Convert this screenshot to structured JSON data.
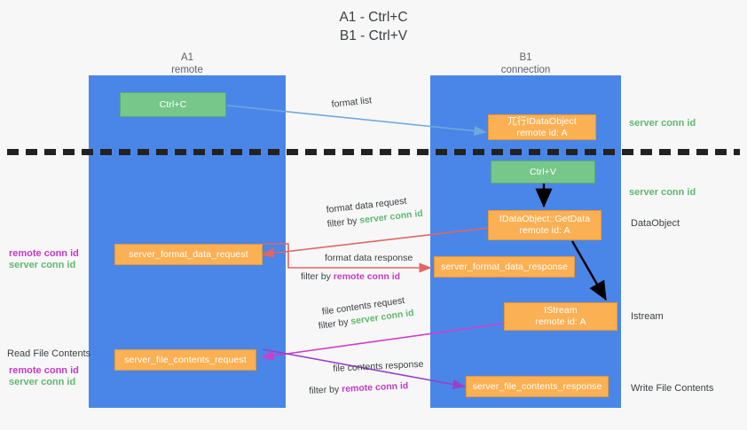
{
  "title": "A1 - Ctrl+C\nB1 - Ctrl+V",
  "lanes": [
    {
      "name": "A1",
      "sub": "remote",
      "header": "A1\nremote"
    },
    {
      "name": "B1",
      "sub": "connection",
      "header": "B1\nconnection"
    }
  ],
  "nodes": {
    "ctrl_c": "Ctrl+C",
    "ctrl_v": "Ctrl+V",
    "idataobject": "兀行IDataObject\nremote id: A",
    "idataobject_getdata": "IDataObject::GetData\nremote id: A",
    "istream": "IStream\nremote id: A",
    "server_format_data_request": "server_format_data_request",
    "server_format_data_response": "server_format_data_response",
    "server_file_contents_request": "server_file_contents_request",
    "server_file_contents_response": "server_file_contents_response"
  },
  "edges": {
    "format_list": "format list",
    "format_data_request": "format data request",
    "format_data_request_filter_prefix": "filter by ",
    "format_data_request_filter_value": "server conn id",
    "format_data_response": "format data response",
    "format_data_response_filter_prefix": "filter by ",
    "format_data_response_filter_value": "remote conn id",
    "file_contents_request": "file contents request",
    "file_contents_request_filter_prefix": "filter by ",
    "file_contents_request_filter_value": "server conn id",
    "file_contents_response": "file contents response",
    "file_contents_response_filter_prefix": "filter by ",
    "file_contents_response_filter_value": "remote conn id"
  },
  "left_labels": {
    "mid_remote": "remote conn id",
    "mid_server": "server conn id",
    "read_file_contents": "Read File Contents",
    "bottom_remote": "remote conn id",
    "bottom_server": "server conn id"
  },
  "right_labels": {
    "server_conn_id_top": "server conn id",
    "server_conn_id_mid": "server conn id",
    "dataobject": "DataObject",
    "istream": "Istream",
    "write_file_contents": "Write File Contents"
  },
  "colors": {
    "lane": "#4a86e8",
    "green_node": "#77c78a",
    "orange_node": "#fbb054",
    "green_text": "#5fb871",
    "magenta_text": "#c63ac6",
    "arrow_blue": "#6fa8dc",
    "arrow_red": "#e06666",
    "arrow_magenta": "#cc3fcc",
    "arrow_purple": "#9b3fc9",
    "arrow_black": "#000000",
    "background": "#f7f7f7"
  }
}
